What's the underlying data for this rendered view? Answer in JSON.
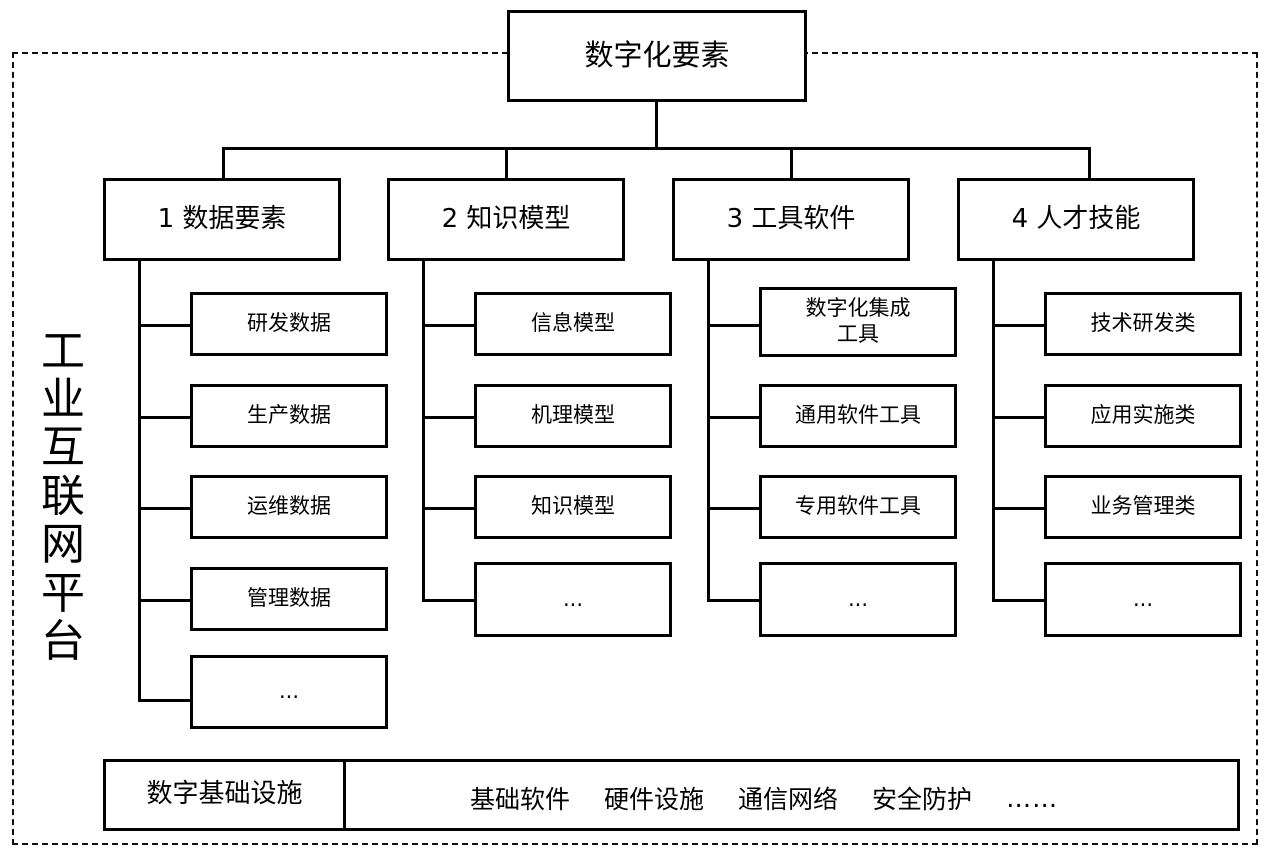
{
  "diagram": {
    "title": "数字化要素",
    "side_label": "工业互联网平台",
    "side_label_chars": [
      "工",
      "业",
      "互",
      "联",
      "网",
      "平",
      "台"
    ],
    "ellipsis": "...",
    "infrastructure": {
      "label": "数字基础设施",
      "items": [
        "基础软件",
        "硬件设施",
        "通信网络",
        "安全防护",
        "……"
      ]
    },
    "categories": [
      {
        "label": "1 数据要素",
        "children": [
          "研发数据",
          "生产数据",
          "运维数据",
          "管理数据",
          "..."
        ]
      },
      {
        "label": "2 知识模型",
        "children": [
          "信息模型",
          "机理模型",
          "知识模型",
          "..."
        ]
      },
      {
        "label": "3 工具软件",
        "children": [
          "数字化集成\n工具",
          "通用软件工具",
          "专用软件工具",
          "..."
        ]
      },
      {
        "label": "4 人才技能",
        "children": [
          "技术研发类",
          "应用实施类",
          "业务管理类",
          "..."
        ]
      }
    ]
  },
  "colors": {
    "stroke": "#000000",
    "background": "#ffffff",
    "frame": "#111111"
  }
}
